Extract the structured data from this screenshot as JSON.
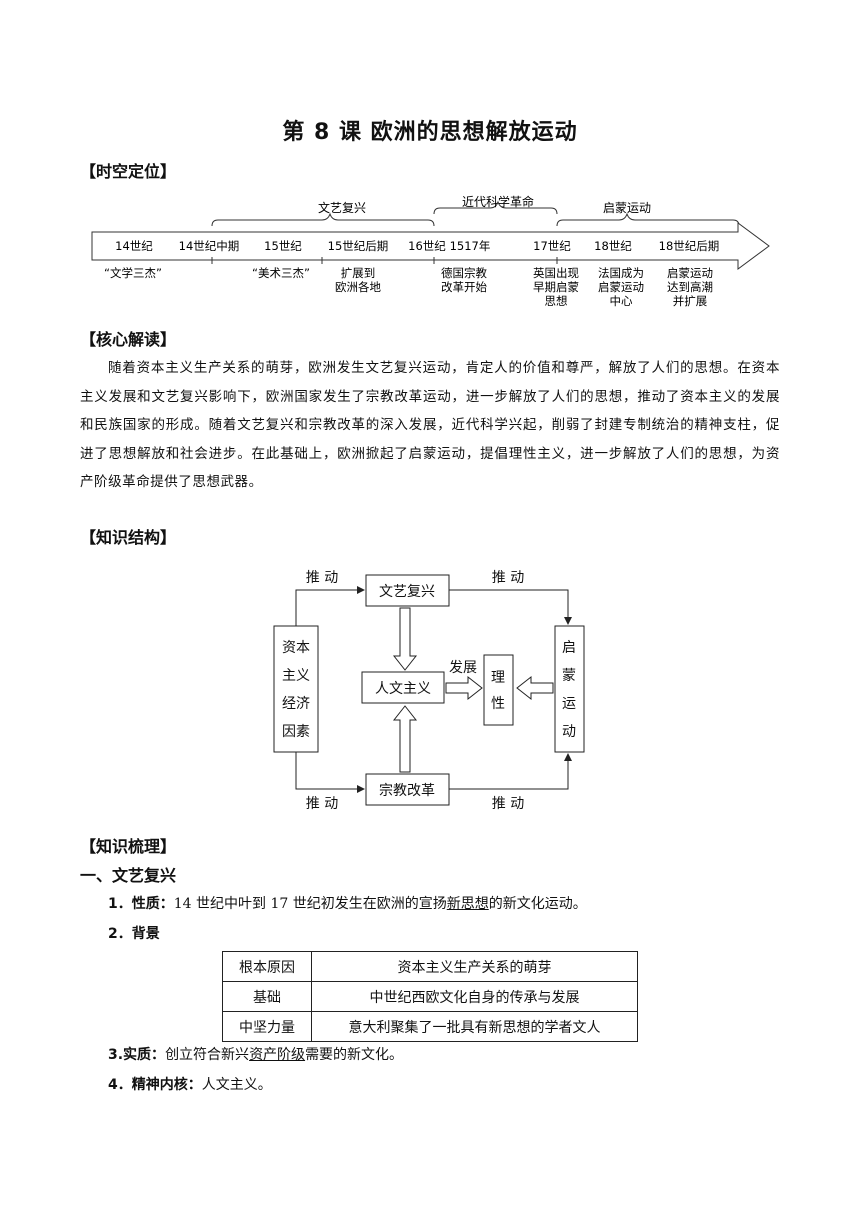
{
  "title": "第 8 课  欧洲的思想解放运动",
  "sections": {
    "shikong": "【时空定位】",
    "hexin": "【核心解读】",
    "zhishi_jiegou": "【知识结构】",
    "zhishi_shuli": "【知识梳理】"
  },
  "timeline": {
    "groups": [
      "文艺复兴",
      "近代科学革命",
      "启蒙运动"
    ],
    "ticks": [
      "14世纪",
      "14世纪中期",
      "15世纪",
      "15世纪后期",
      "16世纪",
      "1517年",
      "17世纪",
      "18世纪",
      "18世纪后期"
    ],
    "events": {
      "wenxue": "“文学三杰”",
      "meishu": "“美术三杰”",
      "kuozhan": [
        "扩展到",
        "欧洲各地"
      ],
      "zongjiao": [
        "德国宗教",
        "改革开始"
      ],
      "yingguo": [
        "英国出现",
        "早期启蒙",
        "思想"
      ],
      "faguo": [
        "法国成为",
        "启蒙运动",
        "中心"
      ],
      "gaochao": [
        "启蒙运动",
        "达到高潮",
        "并扩展"
      ]
    }
  },
  "core_text": "随着资本主义生产关系的萌芽，欧洲发生文艺复兴运动，肯定人的价值和尊严，解放了人们的思想。在资本主义发展和文艺复兴影响下，欧洲国家发生了宗教改革运动，进一步解放了人们的思想，推动了资本主义的发展和民族国家的形成。随着文艺复兴和宗教改革的深入发展，近代科学兴起，削弱了封建专制统治的精神支柱，促进了思想解放和社会进步。在此基础上，欧洲掀起了启蒙运动，提倡理性主义，进一步解放了人们的思想，为资产阶级革命提供了思想武器。",
  "diagram": {
    "ziben": [
      "资本",
      "主义",
      "经济",
      "因素"
    ],
    "wenyi": "文艺复兴",
    "zongjiao": "宗教改革",
    "renwen": "人文主义",
    "lixing": [
      "理",
      "性"
    ],
    "qimeng": [
      "启",
      "蒙",
      "运",
      "动"
    ],
    "tuidong": "推 动",
    "fazhan": "发展"
  },
  "part1": {
    "heading": "一、文艺复兴",
    "item1": {
      "label": "1．性质：",
      "pre": "14 世纪中叶到 17 世纪初发生在欧洲的宣扬",
      "underline": "新思想",
      "post": "的新文化运动。"
    },
    "item2": {
      "label": "2．背景"
    },
    "background_table": [
      {
        "key": "根本原因",
        "value": "资本主义生产关系的萌芽"
      },
      {
        "key": "基础",
        "value": "中世纪西欧文化自身的传承与发展"
      },
      {
        "key": "中坚力量",
        "value": "意大利聚集了一批具有新思想的学者文人"
      }
    ],
    "item3": {
      "label": "3.实质：",
      "pre": "创立符合新兴",
      "underline": "资产阶级",
      "post": "需要的新文化。"
    },
    "item4": {
      "label": "4．精神内核：",
      "text": "人文主义。"
    }
  }
}
